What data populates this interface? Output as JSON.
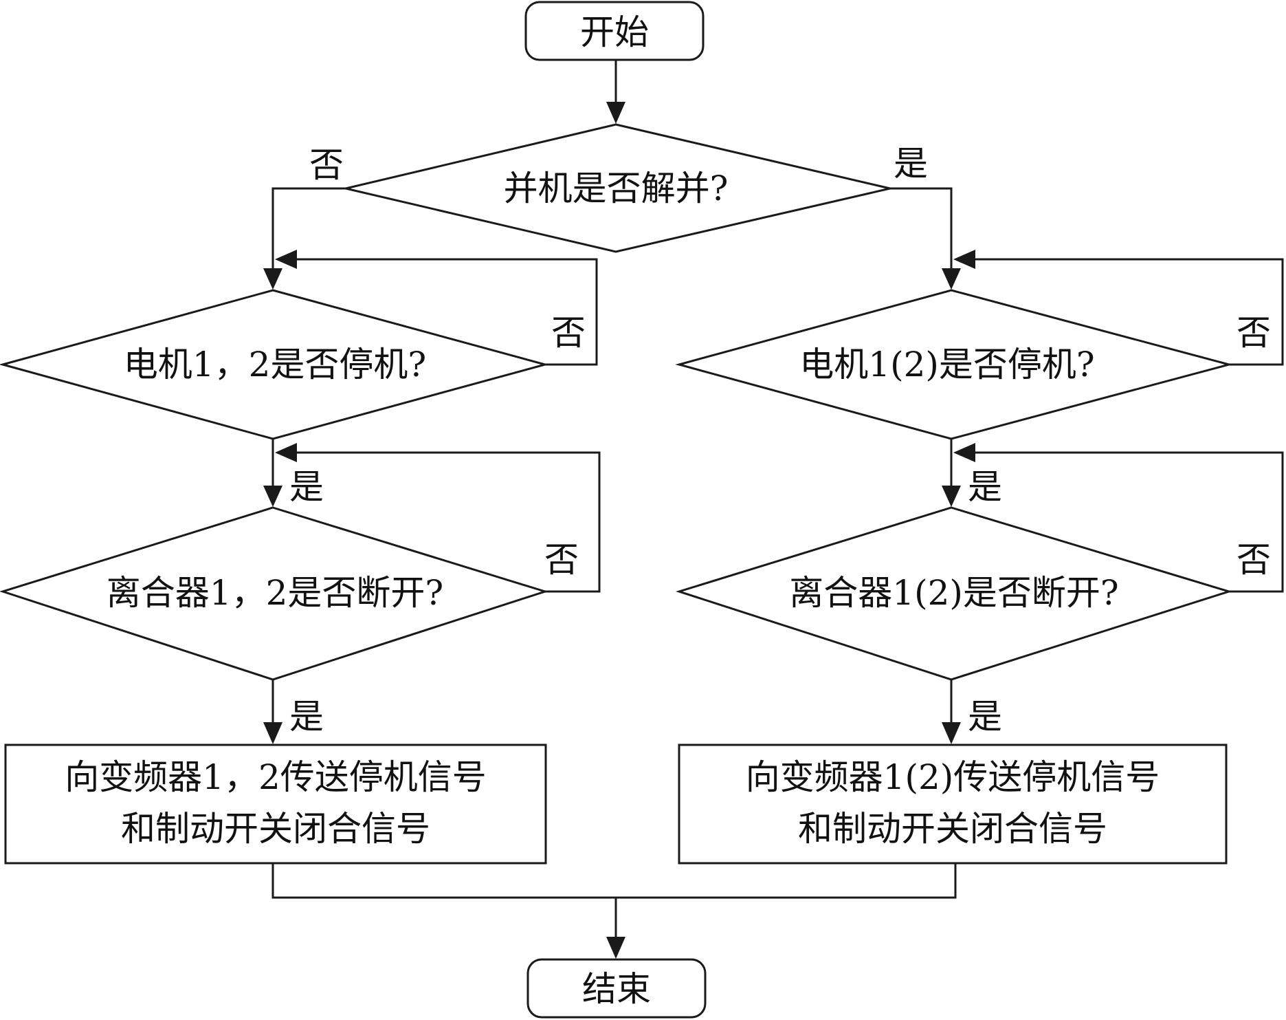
{
  "diagram": {
    "nodes": {
      "start": "开始",
      "decision_parallel": "并机是否解并?",
      "left_motor": "电机1，2是否停机?",
      "left_clutch": "离合器1，2是否断开?",
      "left_action": [
        "向变频器1，2传送停机信号",
        "和制动开关闭合信号"
      ],
      "right_motor": "电机1(2)是否停机?",
      "right_clutch": "离合器1(2)是否断开?",
      "right_action": [
        "向变频器1(2)传送停机信号",
        "和制动开关闭合信号"
      ],
      "end": "结束"
    },
    "edge_labels": {
      "yes": "是",
      "no": "否"
    }
  }
}
